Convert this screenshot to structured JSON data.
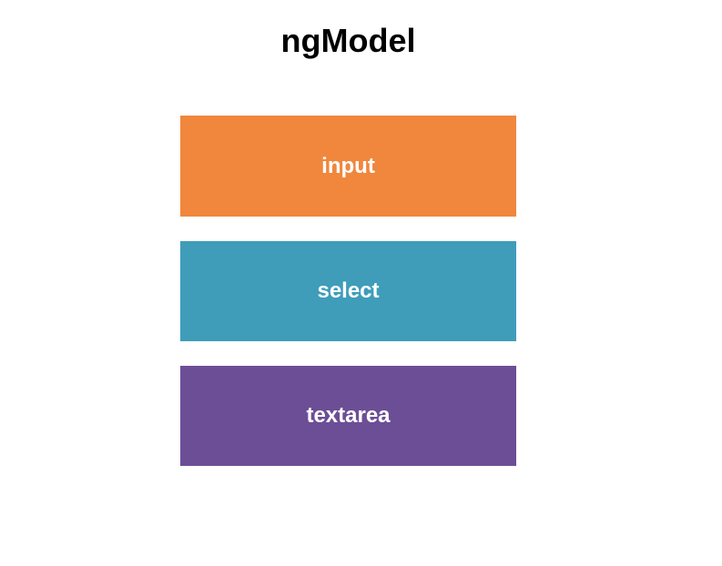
{
  "page": {
    "background": "#ffffff",
    "title": "ngModel",
    "title_color": "#000000"
  },
  "diagram": {
    "label_text_color": "#ffffff",
    "blocks": [
      {
        "label": "input",
        "color": "#f0873d"
      },
      {
        "label": "select",
        "color": "#3f9dba"
      },
      {
        "label": "textarea",
        "color": "#6c4e96"
      }
    ]
  }
}
